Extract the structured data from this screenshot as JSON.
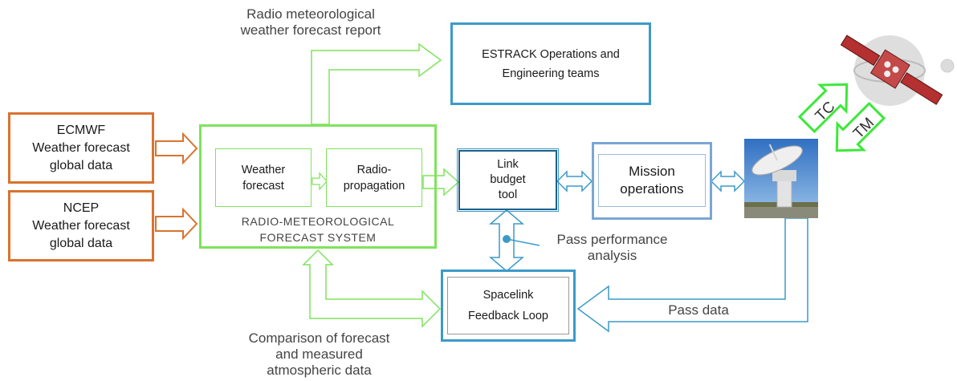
{
  "sources": {
    "ecmwf": "ECMWF\nWeather forecast\nglobal data",
    "ncep": "NCEP\nWeather forecast\nglobal data"
  },
  "forecast_system": {
    "label": "RADIO-METEOROLOGICAL\nFORECAST SYSTEM",
    "weather_forecast": "Weather\nforecast",
    "radio_propagation": "Radio-\npropagation"
  },
  "estrack": "ESTRACK Operations and\nEngineering teams",
  "link_budget": "Link\nbudget\ntool",
  "mission_ops": "Mission\noperations",
  "spacelink": "Spacelink\nFeedback Loop",
  "labels": {
    "report": "Radio meteorological\nweather forecast report",
    "pass_perf": "Pass performance\nanalysis",
    "pass_data": "Pass data",
    "comparison": "Comparison of forecast\nand measured\natmospheric data",
    "tc": "TC",
    "tm": "TM"
  },
  "colors": {
    "orange": "#d9732f",
    "green": "#7fe35c",
    "blue": "#3c9ac9"
  },
  "icons": [
    "satellite-icon",
    "ground-antenna-image"
  ]
}
